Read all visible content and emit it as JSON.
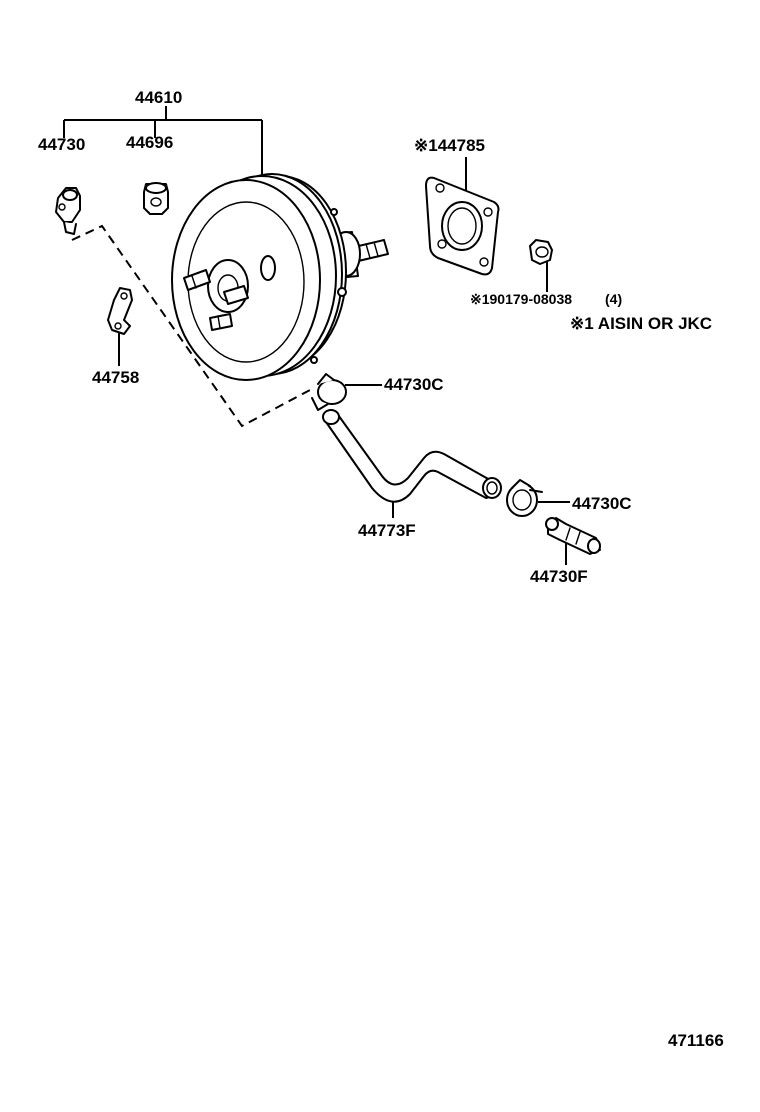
{
  "parts": {
    "booster_assembly": "44610",
    "vacuum_check_valve": "44730",
    "grommet": "44696",
    "gasket": "※144785",
    "nut": "※190179-08038",
    "nut_qty": "(4)",
    "note": "※1 AISIN OR JKC",
    "bracket": "44758",
    "clamp_upper": "44730C",
    "vacuum_hose": "44773F",
    "clamp_lower": "44730C",
    "union": "44730F"
  },
  "illustration_id": "471166"
}
